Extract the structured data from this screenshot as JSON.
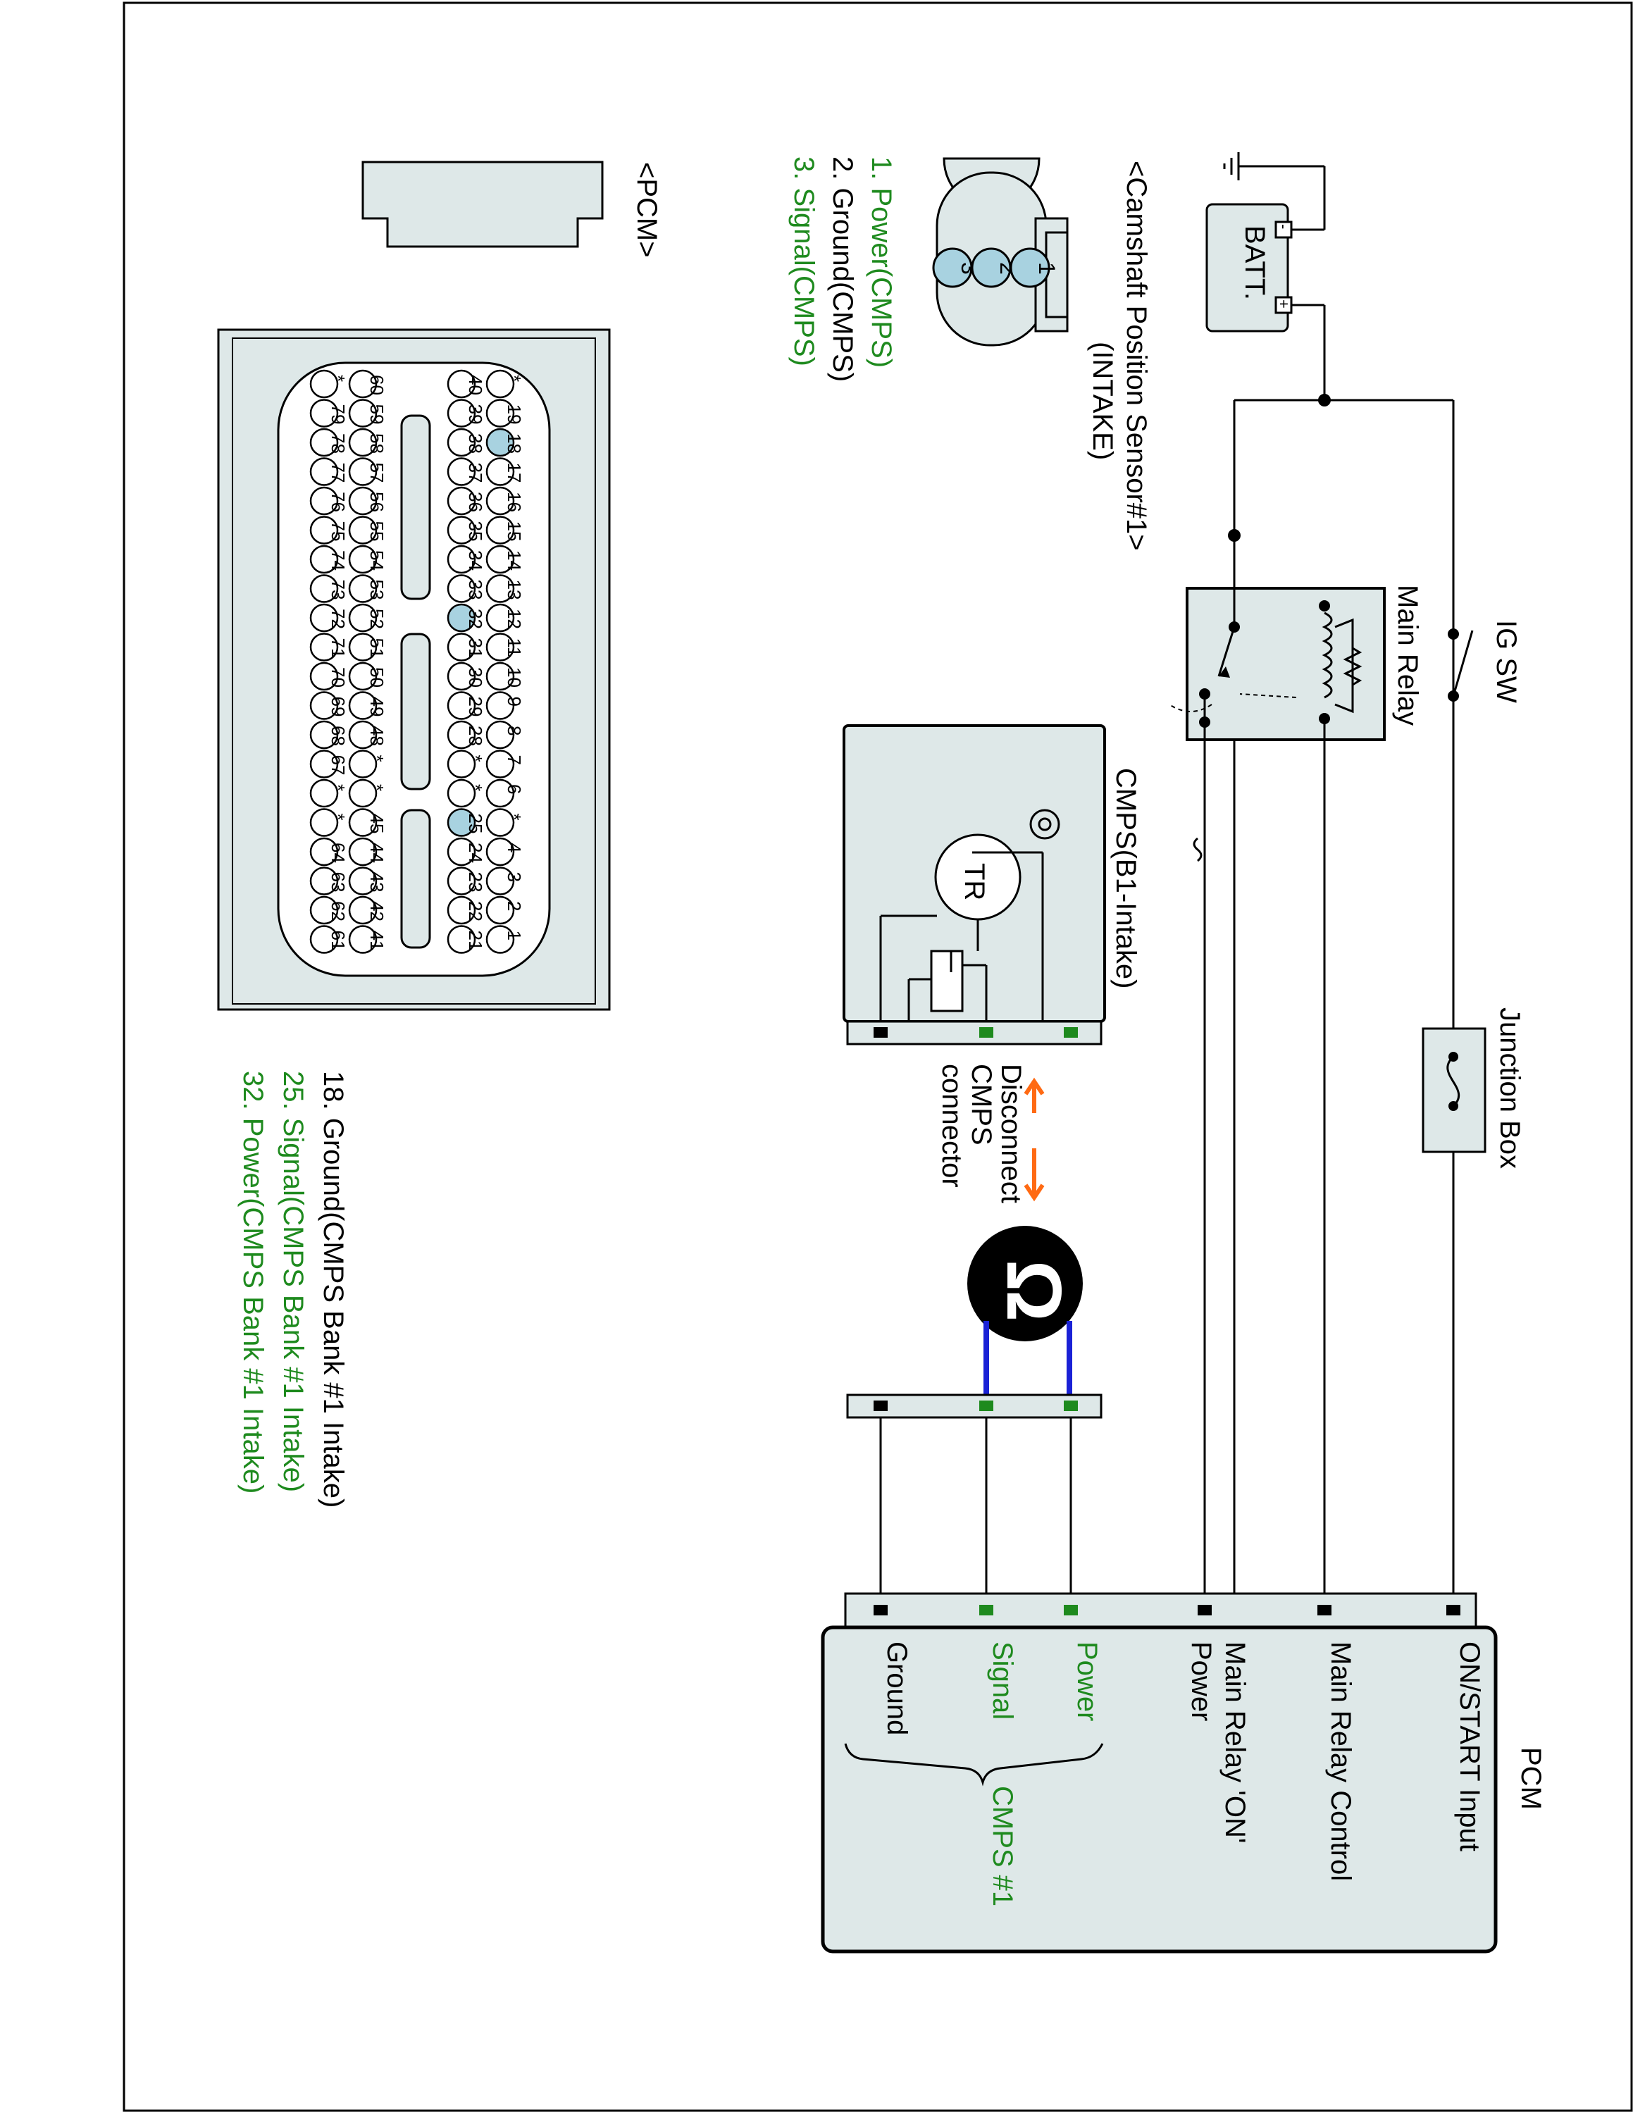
{
  "colors": {
    "line": "#000000",
    "fill_box": "#dee8e8",
    "green": "#1e8a1e",
    "green_pin": "#1e8a1e",
    "blue_wire": "#1a22d6",
    "orange": "#ff6a13",
    "pin_highlight": "#a8d2e0"
  },
  "schematic": {
    "batt_label": "BATT.",
    "ig_sw_label": "IG SW",
    "main_relay_label": "Main Relay",
    "junction_box_label": "Junction Box",
    "cmps_label": "CMPS(B1-Intake)",
    "tr_label": "TR",
    "disconnect_lines": [
      "Disconnect",
      "CMPS",
      "connector"
    ],
    "ohm_symbol": "Ω",
    "pcm_label": "PCM",
    "pcm_pins": [
      {
        "label": "ON/START Input",
        "color": "black"
      },
      {
        "label": "Main Relay Control",
        "color": "black"
      },
      {
        "label": "Main Relay 'ON'",
        "label2": "Power",
        "color": "black"
      },
      {
        "label": "Power",
        "color": "green"
      },
      {
        "label": "Signal",
        "color": "green"
      },
      {
        "label": "Ground",
        "color": "black"
      }
    ],
    "cmps_group_label": "CMPS #1"
  },
  "sensor_connector": {
    "title": "<Camshaft Position Sensor#1>",
    "subtitle": "(INTAKE)",
    "pin_numbers": [
      "3",
      "2",
      "1"
    ],
    "legend": [
      {
        "text": "1. Power(CMPS)",
        "color": "green"
      },
      {
        "text": "2. Ground(CMPS)",
        "color": "black"
      },
      {
        "text": "3. Signal(CMPS)",
        "color": "green"
      }
    ]
  },
  "pcm_connector": {
    "title": "<PCM>",
    "rows": [
      [
        "*",
        "19",
        "18",
        "17",
        "16",
        "15",
        "14",
        "13",
        "12",
        "11",
        "10",
        "9",
        "8",
        "7",
        "6",
        "*",
        "4",
        "3",
        "2",
        "1"
      ],
      [
        "40",
        "39",
        "38",
        "37",
        "36",
        "35",
        "34",
        "33",
        "32",
        "31",
        "30",
        "29",
        "28",
        "*",
        "*",
        "25",
        "24",
        "23",
        "22",
        "21"
      ],
      [
        "60",
        "59",
        "58",
        "57",
        "56",
        "55",
        "54",
        "53",
        "52",
        "51",
        "50",
        "49",
        "48",
        "*",
        "*",
        "45",
        "44",
        "43",
        "42",
        "41"
      ],
      [
        "*",
        "79",
        "78",
        "77",
        "76",
        "75",
        "74",
        "73",
        "72",
        "71",
        "70",
        "69",
        "68",
        "67",
        "*",
        "*",
        "64",
        "63",
        "62",
        "61"
      ]
    ],
    "highlighted_pins": [
      "18",
      "32",
      "25"
    ],
    "legend": [
      {
        "text": "18. Ground(CMPS Bank #1 Intake)",
        "color": "black"
      },
      {
        "text": "25. Signal(CMPS Bank #1 Intake)",
        "color": "green"
      },
      {
        "text": "32. Power(CMPS Bank #1 Intake)",
        "color": "green"
      }
    ]
  }
}
